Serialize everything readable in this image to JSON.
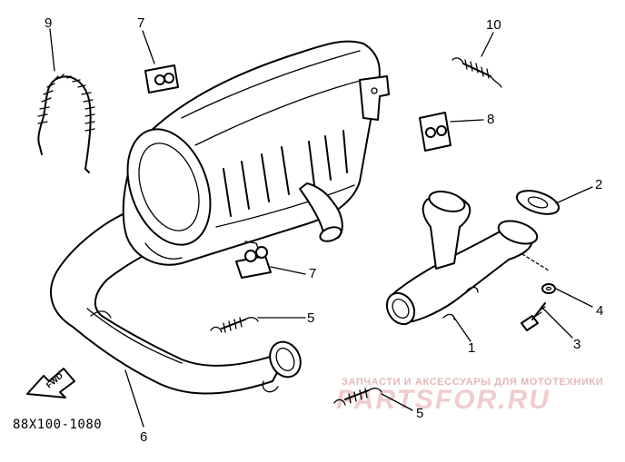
{
  "diagram": {
    "code": "88X100-1080",
    "fwd_label": "FWD",
    "callouts": {
      "c1": "1",
      "c2": "2",
      "c3": "3",
      "c4": "4",
      "c5a": "5",
      "c5b": "5",
      "c6": "6",
      "c7a": "7",
      "c7b": "7",
      "c8": "8",
      "c9": "9",
      "c10": "10"
    }
  },
  "watermark": {
    "subtitle": "ЗАПЧАСТИ И АКСЕССУАРЫ ДЛЯ МОТОТЕХНИКИ",
    "brand": "PARTSFOR.RU"
  }
}
